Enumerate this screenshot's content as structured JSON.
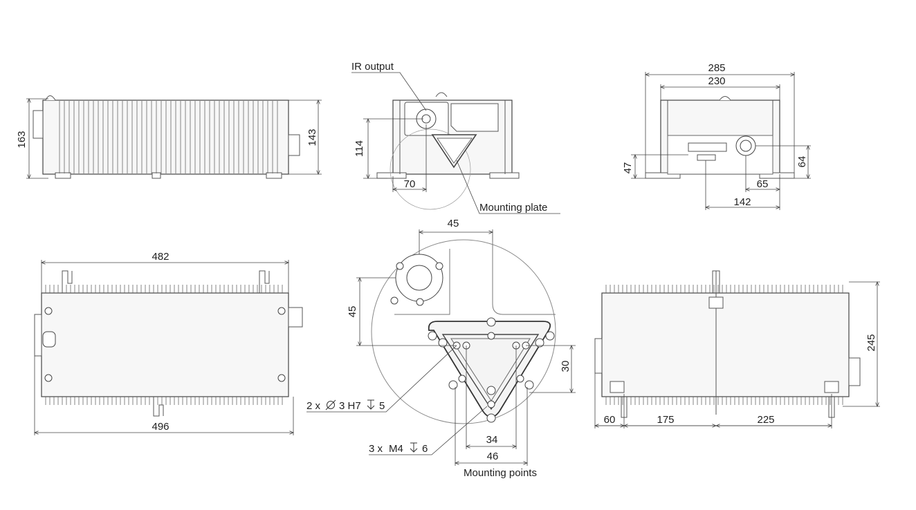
{
  "labels": {
    "ir_output": "IR output",
    "mounting_plate": "Mounting plate",
    "mounting_points": "Mounting points",
    "callout_holes_prefix": "2 x",
    "callout_holes_suffix": "3 H7",
    "callout_holes_depth": "5",
    "callout_screws_prefix": "3 x",
    "callout_screws_suffix": "M4",
    "callout_screws_depth": "6"
  },
  "dimensions": {
    "side_height_total": "163",
    "side_height_body": "143",
    "front_114": "114",
    "front_70": "70",
    "rear_285": "285",
    "rear_230": "230",
    "rear_47": "47",
    "rear_64": "64",
    "rear_65": "65",
    "rear_142": "142",
    "top_482": "482",
    "top_496": "496",
    "detail_45_h": "45",
    "detail_45_v": "45",
    "detail_30": "30",
    "detail_34": "34",
    "detail_46": "46",
    "bottom_245": "245",
    "bottom_60": "60",
    "bottom_175": "175",
    "bottom_225": "225"
  },
  "icons": {
    "diameter": "diameter-icon",
    "depth": "depth-icon"
  }
}
